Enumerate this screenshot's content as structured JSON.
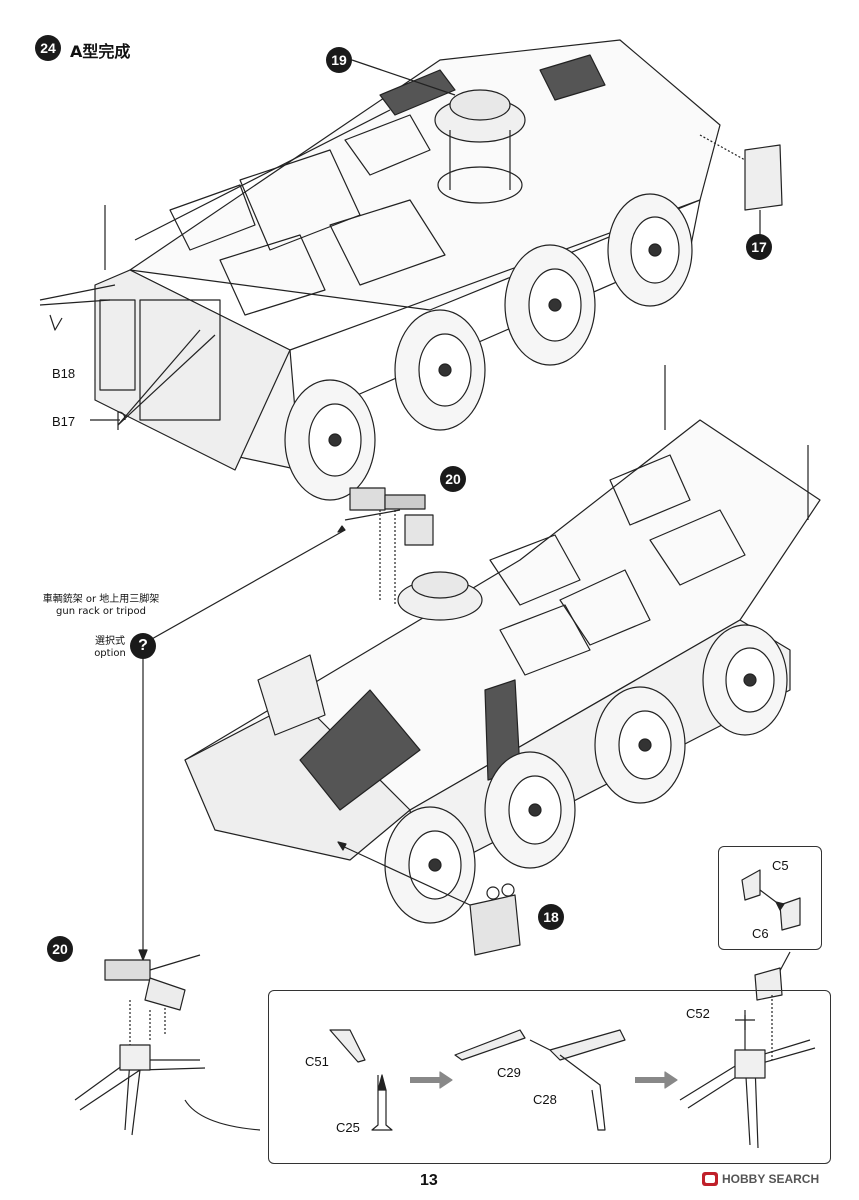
{
  "step": {
    "number": "24",
    "title": "A型完成"
  },
  "callouts": {
    "c19": "19",
    "c17": "17",
    "c20_top": "20",
    "c20_bottom": "20",
    "c18": "18"
  },
  "part_labels": {
    "b18": "B18",
    "b17": "B17",
    "c5": "C5",
    "c6": "C6",
    "c51": "C51",
    "c25": "C25",
    "c29": "C29",
    "c28": "C28",
    "c52": "C52"
  },
  "notes": {
    "gun_rack_jp": "車輌銃架 or 地上用三脚架",
    "gun_rack_en": "gun rack or tripod",
    "option_jp": "選択式",
    "option_en": "option",
    "option_mark": "?"
  },
  "page_number": "13",
  "watermark": "HOBBY SEARCH"
}
